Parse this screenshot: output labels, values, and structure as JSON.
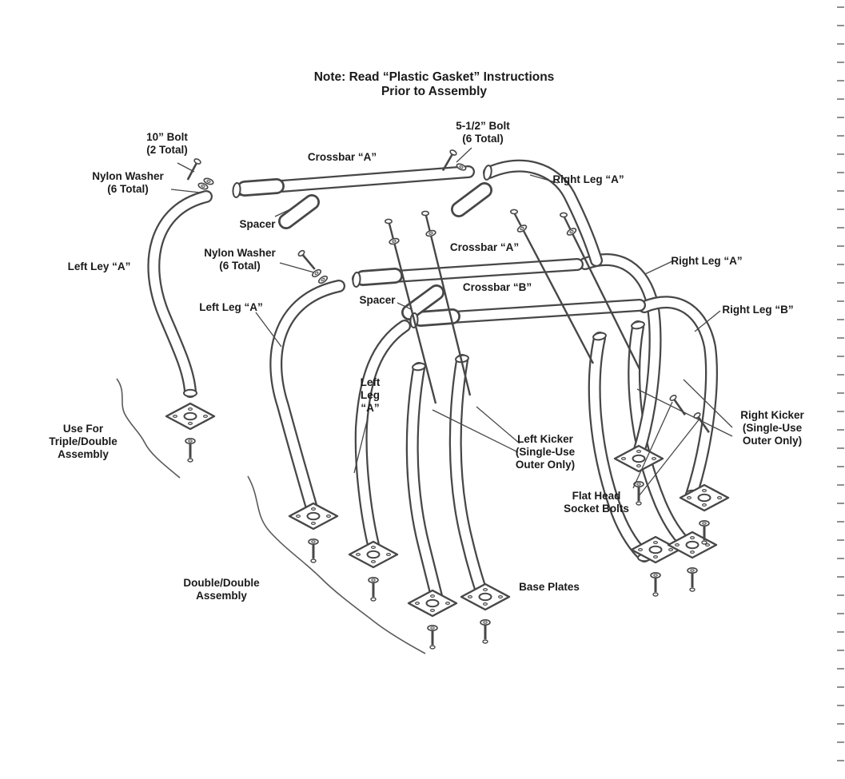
{
  "note": {
    "line1": "Note: Read “Plastic Gasket” Instructions",
    "line2": "Prior to Assembly"
  },
  "labels": {
    "bolt_10_l1": "10” Bolt",
    "bolt_10_l2": "(2 Total)",
    "bolt_5_l1": "5-1/2” Bolt",
    "bolt_5_l2": "(6 Total)",
    "crossbar_a": "Crossbar “A”",
    "crossbar_b": "Crossbar “B”",
    "right_leg_a": "Right Leg “A”",
    "right_leg_b": "Right Leg “B”",
    "nylon_washer_l1": "Nylon Washer",
    "nylon_washer_l2": "(6 Total)",
    "spacer": "Spacer",
    "left_ley_a": "Left Ley “A”",
    "left_leg_a": "Left Leg “A”",
    "left_leg_vert_l1": "Left",
    "left_leg_vert_l2": "Leg",
    "left_leg_vert_l3": "“A”",
    "use_for_l1": "Use For",
    "use_for_l2": "Triple/Double",
    "use_for_l3": "Assembly",
    "left_kicker_l1": "Left Kicker",
    "left_kicker_l2": "(Single-Use",
    "left_kicker_l3": "Outer Only)",
    "right_kicker_l1": "Right Kicker",
    "right_kicker_l2": "(Single-Use",
    "right_kicker_l3": "Outer Only)",
    "flat_head_l1": "Flat Head",
    "flat_head_l2": "Socket Bolts",
    "double_double_l1": "Double/Double",
    "double_double_l2": "Assembly",
    "base_plates": "Base Plates"
  },
  "colors": {
    "line": "#474747",
    "text": "#1a1a1a",
    "background": "#ffffff"
  }
}
